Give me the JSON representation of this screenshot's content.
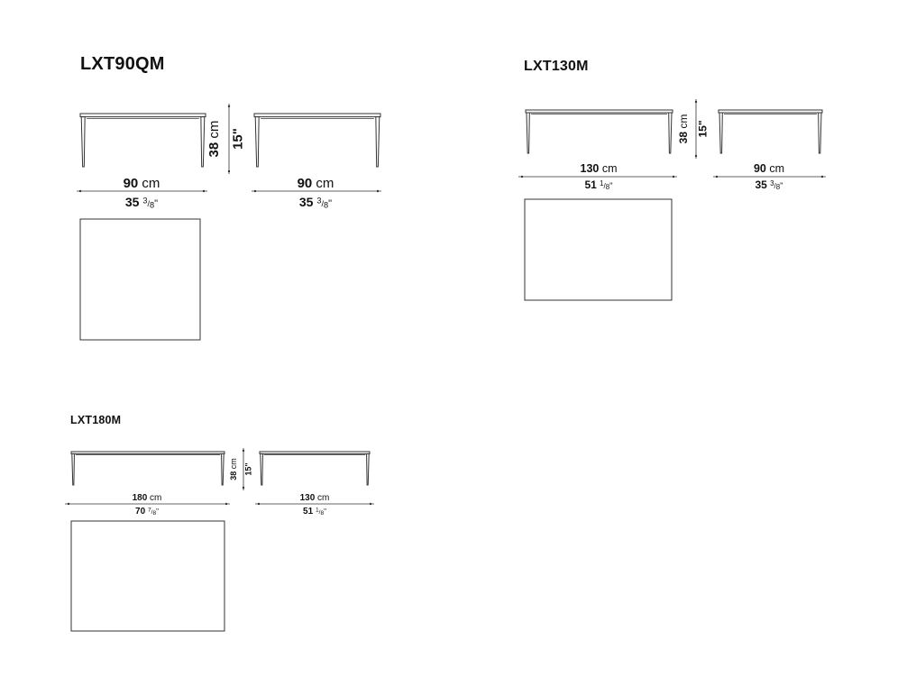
{
  "models": [
    {
      "name": "LXT90QM",
      "height": {
        "cm": "38",
        "unit": "cm",
        "inch": "15\""
      },
      "front": {
        "cm": "90",
        "unit": "cm",
        "inch_whole": "35",
        "inch_frac": "3",
        "inch_den": "8"
      },
      "side": {
        "cm": "90",
        "unit": "cm",
        "inch_whole": "35",
        "inch_frac": "3",
        "inch_den": "8"
      }
    },
    {
      "name": "LXT130M",
      "height": {
        "cm": "38",
        "unit": "cm",
        "inch": "15\""
      },
      "front": {
        "cm": "130",
        "unit": "cm",
        "inch_whole": "51",
        "inch_frac": "1",
        "inch_den": "8"
      },
      "side": {
        "cm": "90",
        "unit": "cm",
        "inch_whole": "35",
        "inch_frac": "3",
        "inch_den": "8"
      }
    },
    {
      "name": "LXT180M",
      "height": {
        "cm": "38",
        "unit": "cm",
        "inch": "15\""
      },
      "front": {
        "cm": "180",
        "unit": "cm",
        "inch_whole": "70",
        "inch_frac": "7",
        "inch_den": "8"
      },
      "side": {
        "cm": "130",
        "unit": "cm",
        "inch_whole": "51",
        "inch_frac": "1",
        "inch_den": "8"
      }
    }
  ],
  "colors": {
    "line": "#333333",
    "text": "#111111"
  }
}
